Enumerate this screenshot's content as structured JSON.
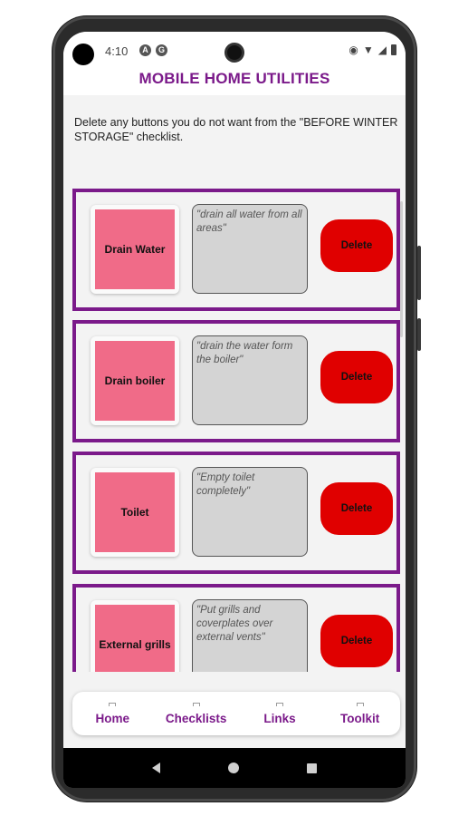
{
  "status": {
    "time": "4:10",
    "left_icons": [
      "A",
      "G"
    ],
    "right_icons": [
      "vibrate-icon",
      "wifi-icon",
      "signal-icon",
      "battery-icon"
    ]
  },
  "app": {
    "title": "MOBILE HOME UTILITIES"
  },
  "instructions": "Delete any buttons you do not want from the \"BEFORE WINTER STORAGE\" checklist.",
  "items": [
    {
      "label": "Drain Water",
      "note": "\"drain all water from all areas\"",
      "delete_label": "Delete"
    },
    {
      "label": "Drain boiler",
      "note": "\"drain the water form the boiler\"",
      "delete_label": "Delete"
    },
    {
      "label": "Toilet",
      "note": "\"Empty toilet completely\"",
      "delete_label": "Delete"
    },
    {
      "label": "External grills",
      "note": "\"Put grills and coverplates over external vents\"",
      "delete_label": "Delete"
    }
  ],
  "nav": [
    {
      "label": "Home"
    },
    {
      "label": "Checklists"
    },
    {
      "label": "Links"
    },
    {
      "label": "Toolkit"
    }
  ],
  "colors": {
    "accent": "#7b1a8a",
    "tile": "#f06b88",
    "delete": "#e00000",
    "note_bg": "#d4d4d4"
  }
}
